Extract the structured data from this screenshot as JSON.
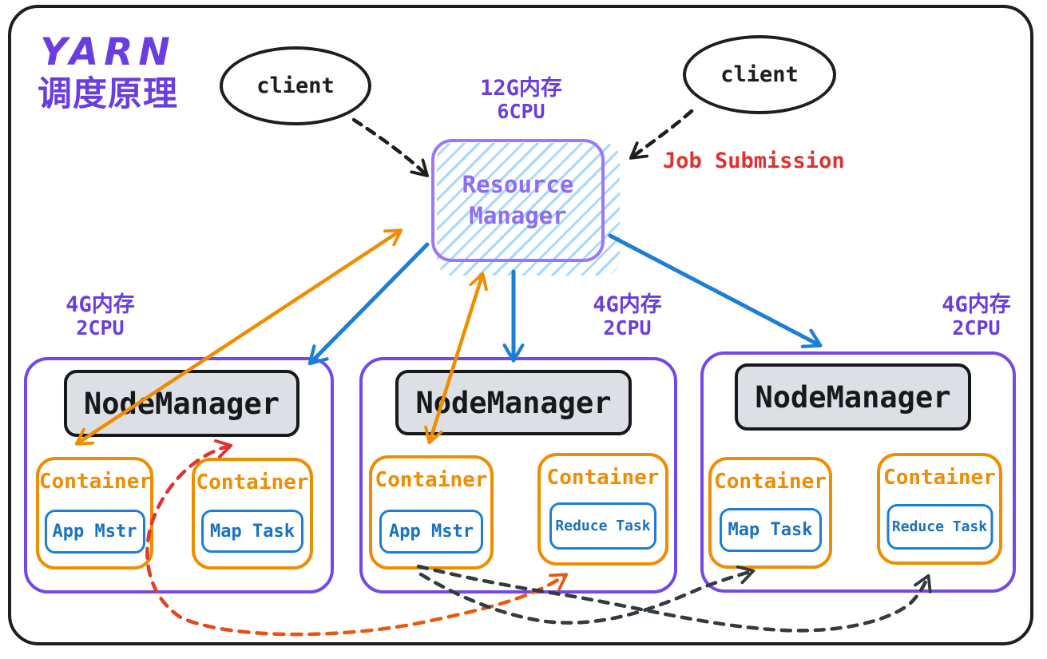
{
  "diagram": {
    "title_line1": "YARN",
    "title_line2": "调度原理"
  },
  "clients": {
    "left": "client",
    "right": "client"
  },
  "resource_manager": {
    "name_line1": "Resource",
    "name_line2": "Manager",
    "capacity_memory": "12G内存",
    "capacity_cpu": "6CPU"
  },
  "labels": {
    "job_submission": "Job Submission"
  },
  "nodes": [
    {
      "capacity_memory": "4G内存",
      "capacity_cpu": "2CPU",
      "manager": "NodeManager",
      "containers": [
        {
          "label": "Container",
          "task": "App Mstr"
        },
        {
          "label": "Container",
          "task": "Map Task"
        }
      ]
    },
    {
      "capacity_memory": "4G内存",
      "capacity_cpu": "2CPU",
      "manager": "NodeManager",
      "containers": [
        {
          "label": "Container",
          "task": "App Mstr"
        },
        {
          "label": "Container",
          "task": "Reduce Task"
        }
      ]
    },
    {
      "capacity_memory": "4G内存",
      "capacity_cpu": "2CPU",
      "manager": "NodeManager",
      "containers": [
        {
          "label": "Container",
          "task": "Map Task"
        },
        {
          "label": "Container",
          "task": "Reduce Task"
        }
      ]
    }
  ],
  "palette": {
    "title_purple": "#6a3de3",
    "node_border_purple": "#7448e8",
    "rm_border_purple": "#9b78fa",
    "rm_text_purple": "#8d6df6",
    "hatch_blue": "#a5d8ff",
    "orange": "#f08c00",
    "blue": "#1c7ed6",
    "red": "#e03131",
    "orange_red": "#e8590c",
    "ink_black": "#1e1e1e",
    "dark_dash": "#343a40",
    "nodemanager_gray": "#dce0e5"
  },
  "edges": [
    {
      "from": "client-left",
      "to": "resource-manager",
      "style": "dashed",
      "color": "#1e1e1e"
    },
    {
      "from": "client-right",
      "to": "resource-manager",
      "style": "dashed",
      "color": "#1e1e1e",
      "label": "Job Submission"
    },
    {
      "from": "resource-manager",
      "to": "node-1",
      "style": "solid",
      "color": "#1c7ed6"
    },
    {
      "from": "resource-manager",
      "to": "node-2",
      "style": "solid",
      "color": "#1c7ed6"
    },
    {
      "from": "resource-manager",
      "to": "node-3",
      "style": "solid",
      "color": "#1c7ed6"
    },
    {
      "from": "node-1-app-mstr-container",
      "to": "resource-manager",
      "style": "solid-double-arrow",
      "color": "#f08c00"
    },
    {
      "from": "node-2-app-mstr-container",
      "to": "resource-manager",
      "style": "solid-double-arrow",
      "color": "#f08c00"
    },
    {
      "from": "node-1-app-mstr-container",
      "to": [
        "node-1-map-task-container",
        "node-2-reduce-task-container"
      ],
      "style": "dashed",
      "color": "#e03131 to #e8590c"
    },
    {
      "from": "node-2-app-mstr-container",
      "to": "node-3-map-task-container",
      "style": "dashed",
      "color": "#343a40"
    },
    {
      "from": "node-2-app-mstr-container",
      "to": "node-3-reduce-task-container",
      "style": "dashed",
      "color": "#343a40"
    }
  ]
}
